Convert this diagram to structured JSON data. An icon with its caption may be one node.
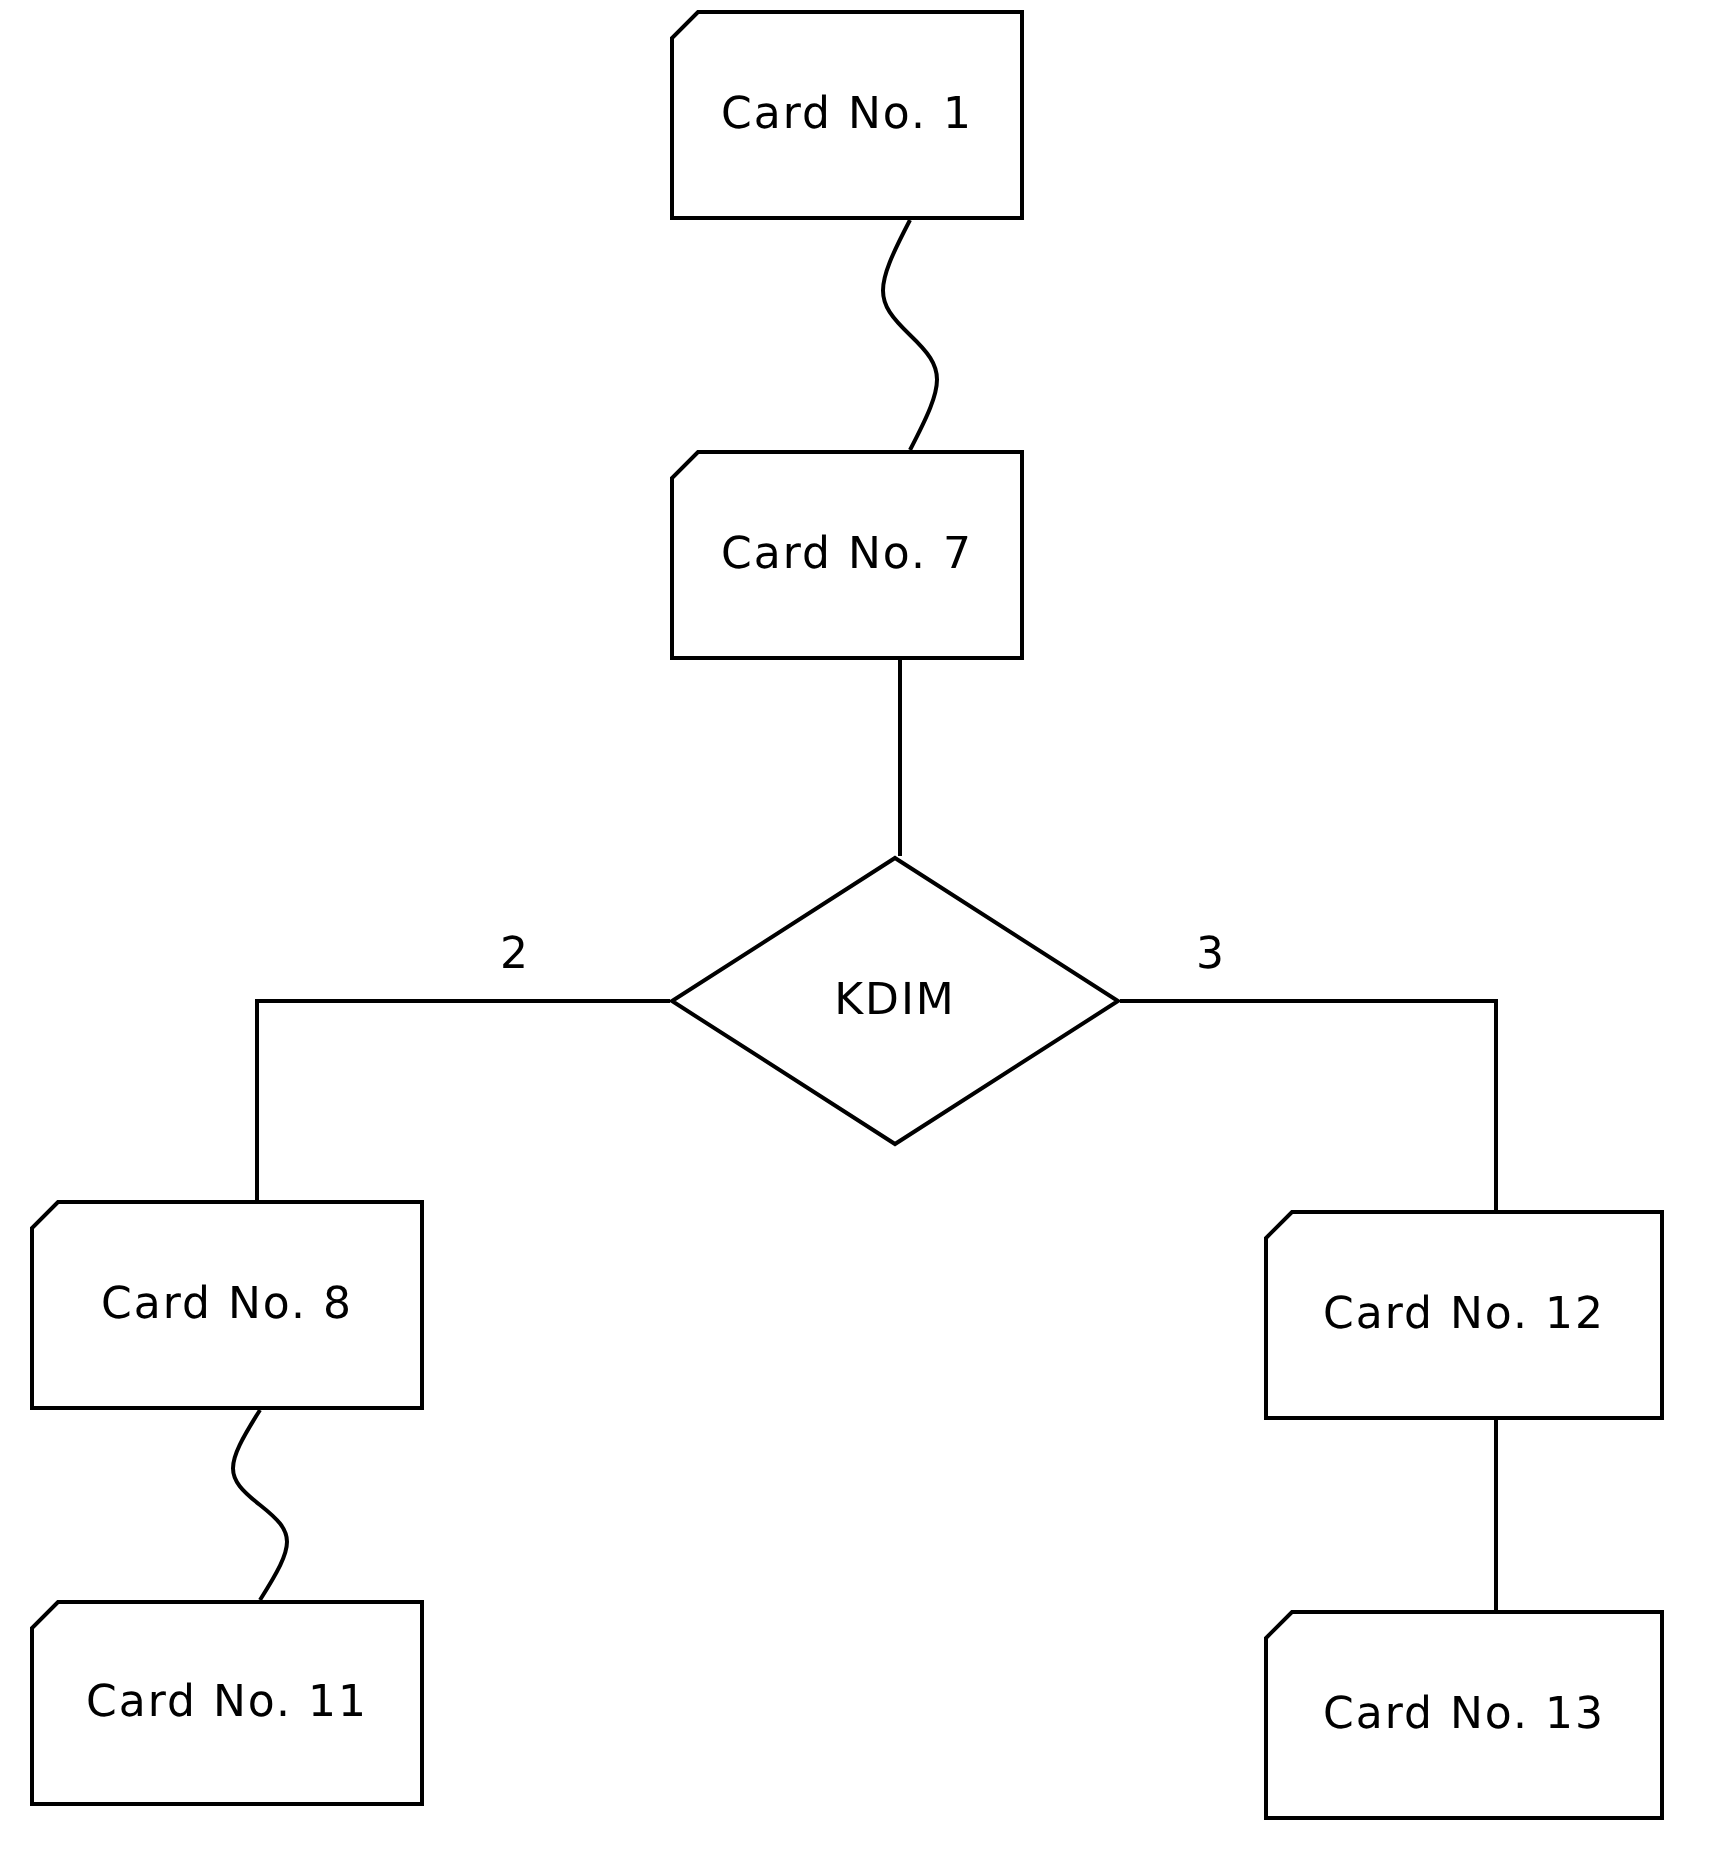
{
  "diagram": {
    "nodes": [
      {
        "text": [
          "Card No. 1"
        ]
      },
      {
        "text": [
          "Card No. 7"
        ]
      },
      {
        "text": [
          "KDIM"
        ]
      },
      {
        "text": [
          "Card No. 8"
        ]
      },
      {
        "text": [
          "Card No. 11"
        ]
      },
      {
        "text": [
          "Card No. 12"
        ]
      },
      {
        "text": [
          "Card No. 13"
        ]
      }
    ],
    "edges": [
      {
        "from": 0,
        "to": 1,
        "arrow": "none"
      },
      {
        "from": 1,
        "to": 2,
        "arrow": "none"
      },
      {
        "from": 2,
        "to": 3,
        "label": "2",
        "arrow": "none"
      },
      {
        "from": 2,
        "to": 5,
        "label": "3",
        "arrow": "none"
      },
      {
        "from": 3,
        "to": 4,
        "arrow": "none"
      },
      {
        "from": 5,
        "to": 6,
        "arrow": "none"
      }
    ]
  }
}
